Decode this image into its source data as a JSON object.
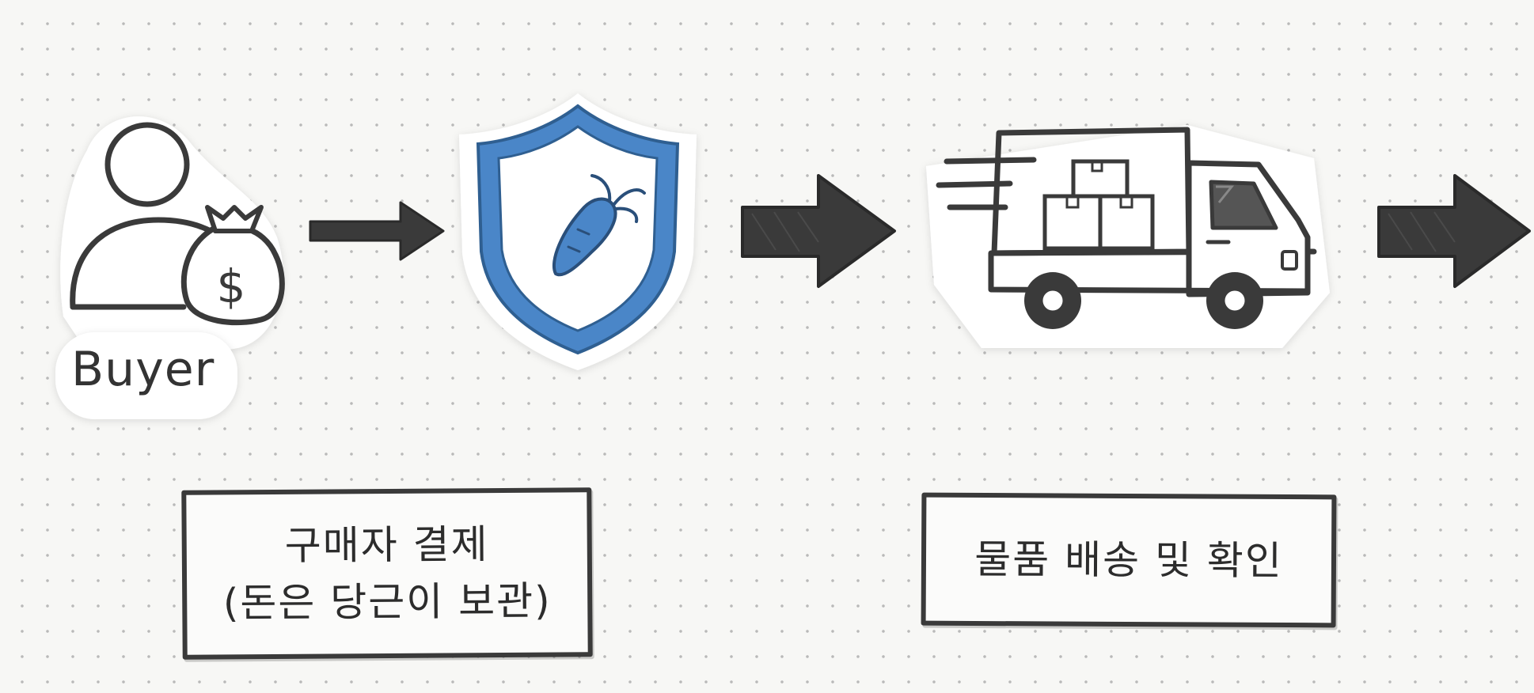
{
  "nodes": {
    "buyer": {
      "label": "Buyer",
      "icon": "buyer-with-money-bag-icon"
    },
    "escrow": {
      "icon": "shield-carrot-icon"
    },
    "shipping": {
      "icon": "delivery-truck-icon"
    }
  },
  "steps": {
    "payment": {
      "line1": "구매자 결제",
      "line2": "(돈은 당근이 보관)"
    },
    "delivery": {
      "line1": "물품 배송 및 확인"
    }
  },
  "colors": {
    "stroke": "#3a3a3a",
    "shield_blue": "#4a86c8",
    "arrow_fill": "#3a3a3a",
    "background": "#f7f7f5"
  }
}
